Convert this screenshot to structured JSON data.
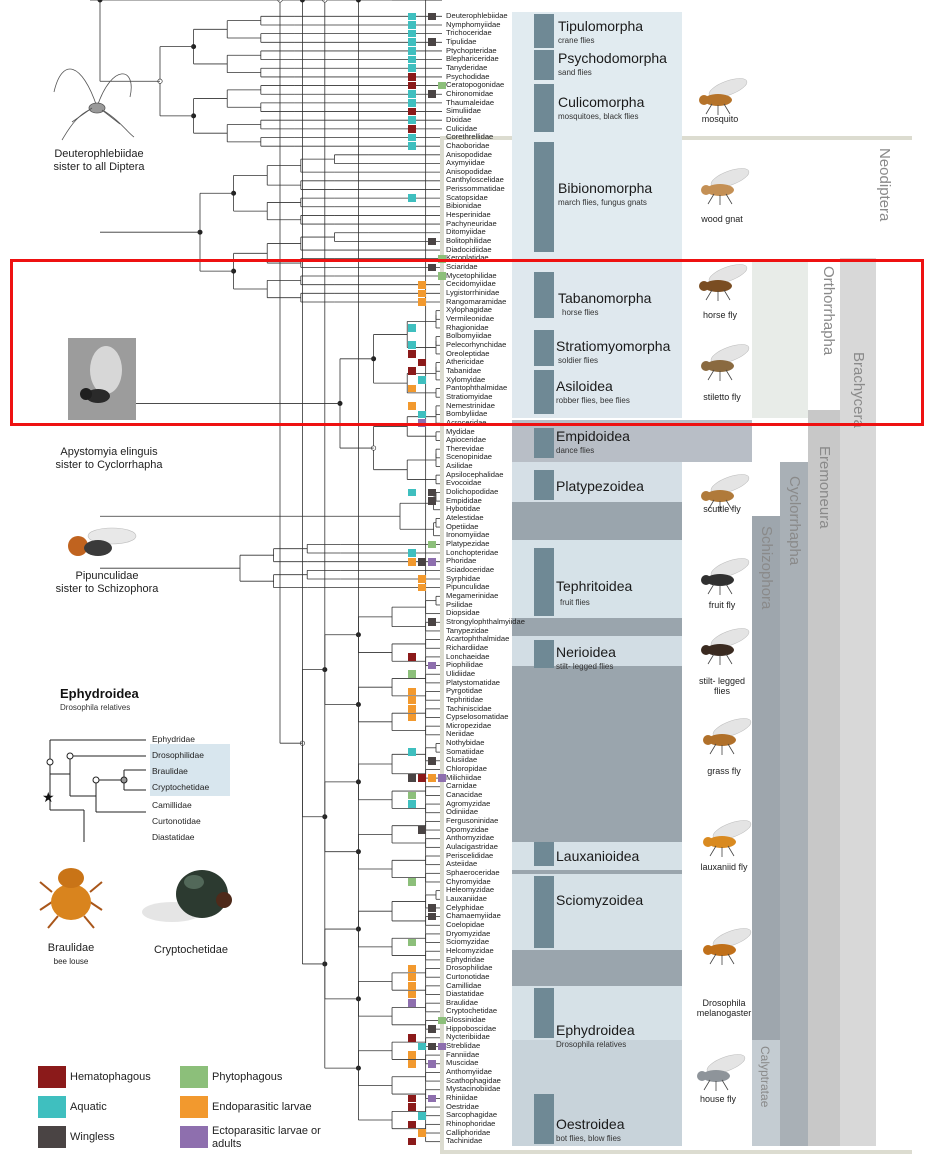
{
  "clades": [
    {
      "name": "Tipulomorpha",
      "sub": "crane flies"
    },
    {
      "name": "Psychodomorpha",
      "sub": "sand flies"
    },
    {
      "name": "Culicomorpha",
      "sub": "mosquitoes, black flies"
    },
    {
      "name": "Bibionomorpha",
      "sub": "march flies, fungus gnats"
    },
    {
      "name": "Tabanomorpha",
      "sub": "horse flies"
    },
    {
      "name": "Stratiomyomorpha",
      "sub": "soldier flies"
    },
    {
      "name": "Asiloidea",
      "sub": "robber flies, bee flies"
    },
    {
      "name": "Empidoidea",
      "sub": "dance flies"
    },
    {
      "name": "Platypezoidea",
      "sub": ""
    },
    {
      "name": "Tephritoidea",
      "sub": "fruit flies"
    },
    {
      "name": "Nerioidea",
      "sub": "stilt- legged flies"
    },
    {
      "name": "Lauxanioidea",
      "sub": ""
    },
    {
      "name": "Sciomyzoidea",
      "sub": ""
    },
    {
      "name": "Ephydroidea",
      "sub": "Drosophila relatives"
    },
    {
      "name": "Oestroidea",
      "sub": "bot flies, blow flies"
    }
  ],
  "groups": [
    "Neodiptera",
    "Brachycera",
    "Orthorrhapha",
    "Eremoneura",
    "Cyclorrhapha",
    "Schizophora",
    "Calyptratae"
  ],
  "flies": [
    "mosquito",
    "wood gnat",
    "horse fly",
    "stiletto fly",
    "scuttle fly",
    "fruit fly",
    "stilt- legged\nflies",
    "grass fly",
    "lauxaniid fly",
    "Drosophila\nmelanogaster",
    "house fly"
  ],
  "notes": {
    "deutero": "Deuterophlebiidae\nsister to all Diptera",
    "apysto": "Apystomyia elinguis\nsister to Cyclorrhapha",
    "pipun": "Pipunculidae\nsister to Schizophora",
    "braulidae": "Braulidae",
    "braulidae_sub": "bee louse",
    "crypto": "Cryptochetidae"
  },
  "inset": {
    "title": "Ephydroidea",
    "subtitle": "Drosophila relatives",
    "taxa": [
      "Ephydridae",
      "Drosophilidae",
      "Braulidae",
      "Cryptochetidae",
      "Camillidae",
      "Curtonotidae",
      "Diastatidae"
    ]
  },
  "legend": [
    {
      "label": "Hematophagous",
      "color": "#8b1a1a"
    },
    {
      "label": "Aquatic",
      "color": "#3fbfbf"
    },
    {
      "label": "Wingless",
      "color": "#4a4444"
    },
    {
      "label": "Phytophagous",
      "color": "#8cbf7a"
    },
    {
      "label": "Endoparasitic larvae",
      "color": "#f2992e"
    },
    {
      "label": "Ectoparasitic larvae or\nadults",
      "color": "#8e6fae"
    }
  ],
  "taxa": [
    "Deuterophlebiidae",
    "Nymphomyiidae",
    "Trichoceridae",
    "Tipulidae",
    "Ptychopteridae",
    "Blephariceridae",
    "Tanyderidae",
    "Psychodidae",
    "Ceratopogonidae",
    "Chironomidae",
    "Thaumaleidae",
    "Simuliidae",
    "Dixidae",
    "Culicidae",
    "Corethrellidae",
    "Chaoboridae",
    "Anisopodidae",
    "Axymyiidae",
    "Anisopodidae",
    "Canthyloscelidae",
    "Perissommatidae",
    "Scatopsidae",
    "Bibionidae",
    "Hesperinidae",
    "Pachyneuridae",
    "Ditomyiidae",
    "Bolitophilidae",
    "Diadocidiidae",
    "Keroplatidae",
    "Sciaridae",
    "Mycetophilidae",
    "Cecidomyiidae",
    "Lygistorrhinidae",
    "Rangomaramidae",
    "Xylophagidae",
    "Vermileonidae",
    "Rhagionidae",
    "Bolbomyiidae",
    "Pelecorhynchidae",
    "Oreoleptidae",
    "Athericidae",
    "Tabanidae",
    "Xylomyidae",
    "Pantophthalmidae",
    "Stratiomyidae",
    "Nemestrinidae",
    "Bombyliidae",
    "Acroceridae",
    "Mydidae",
    "Apioceridae",
    "Therevidae",
    "Scenopinidae",
    "Asilidae",
    "Apsilocephalidae",
    "Evocoidae",
    "Dolichopodidae",
    "Empididae",
    "Hybotidae",
    "Atelestidae",
    "Opetiidae",
    "Ironomyiidae",
    "Platypezidae",
    "Lonchopteridae",
    "Phoridae",
    "Sciadoceridae",
    "Syrphidae",
    "Pipunculidae",
    "Megamerinidae",
    "Psilidae",
    "Diopsidae",
    "Strongylophthalmyiidae",
    "Tanypezidae",
    "Acartophthalmidae",
    "Richardiidae",
    "Lonchaeidae",
    "Piophilidae",
    "Ulidiidae",
    "Platystomatidae",
    "Pyrgotidae",
    "Tephritidae",
    "Tachiniscidae",
    "Cypselosomatidae",
    "Micropezidae",
    "Neriidae",
    "Nothybidae",
    "Somatiidae",
    "Clusiidae",
    "Chloropidae",
    "Milichiidae",
    "Carnidae",
    "Canacidae",
    "Agromyzidae",
    "Odiniidae",
    "Fergusoninidae",
    "Opomyzidae",
    "Anthomyzidae",
    "Aulacigastridae",
    "Periscelididae",
    "Asteiidae",
    "Sphaeroceridae",
    "Chyromyidae",
    "Heleomyzidae",
    "Lauxaniidae",
    "Celyphidae",
    "Chamaemyiidae",
    "Coelopidae",
    "Dryomyzidae",
    "Sciomyzidae",
    "Helcomyzidae",
    "Ephydridae",
    "Drosophilidae",
    "Curtonotidae",
    "Camillidae",
    "Diastatidae",
    "Braulidae",
    "Cryptochetidae",
    "Glossinidae",
    "Hippoboscidae",
    "Nycteribiidae",
    "Streblidae",
    "Fanniidae",
    "Muscidae",
    "Anthomyiidae",
    "Scathophagidae",
    "Mystacinobiidae",
    "Rhiniidae",
    "Oestridae",
    "Sarcophagidae",
    "Rhinophoridae",
    "Calliphoridae",
    "Tachinidae"
  ]
}
